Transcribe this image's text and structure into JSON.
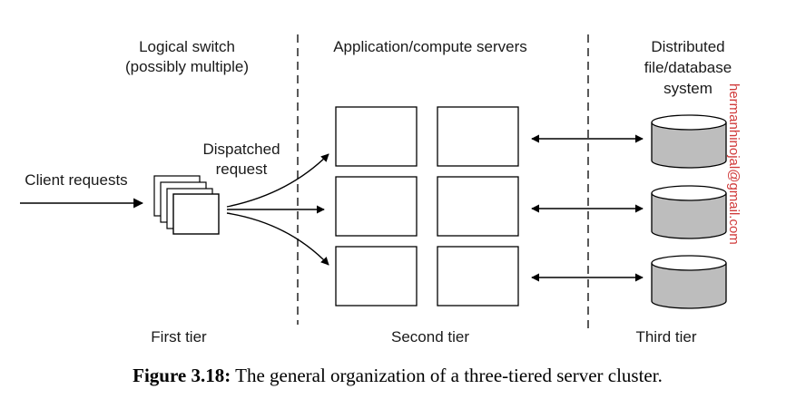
{
  "labels": {
    "logical_switch_line1": "Logical switch",
    "logical_switch_line2": "(possibly multiple)",
    "app_servers": "Application/compute servers",
    "dfs_line1": "Distributed",
    "dfs_line2": "file/database",
    "dfs_line3": "system",
    "client_requests": "Client requests",
    "dispatched_line1": "Dispatched",
    "dispatched_line2": "request",
    "first_tier": "First tier",
    "second_tier": "Second tier",
    "third_tier": "Third tier"
  },
  "caption": {
    "prefix": "Figure 3.18:",
    "text": " The general organization of a three-tiered server cluster."
  },
  "watermark": "hermanhinojal@gmail.com",
  "colors": {
    "cylinder_fill": "#bdbdbd",
    "line": "#000000",
    "watermark": "#d03a3a"
  }
}
